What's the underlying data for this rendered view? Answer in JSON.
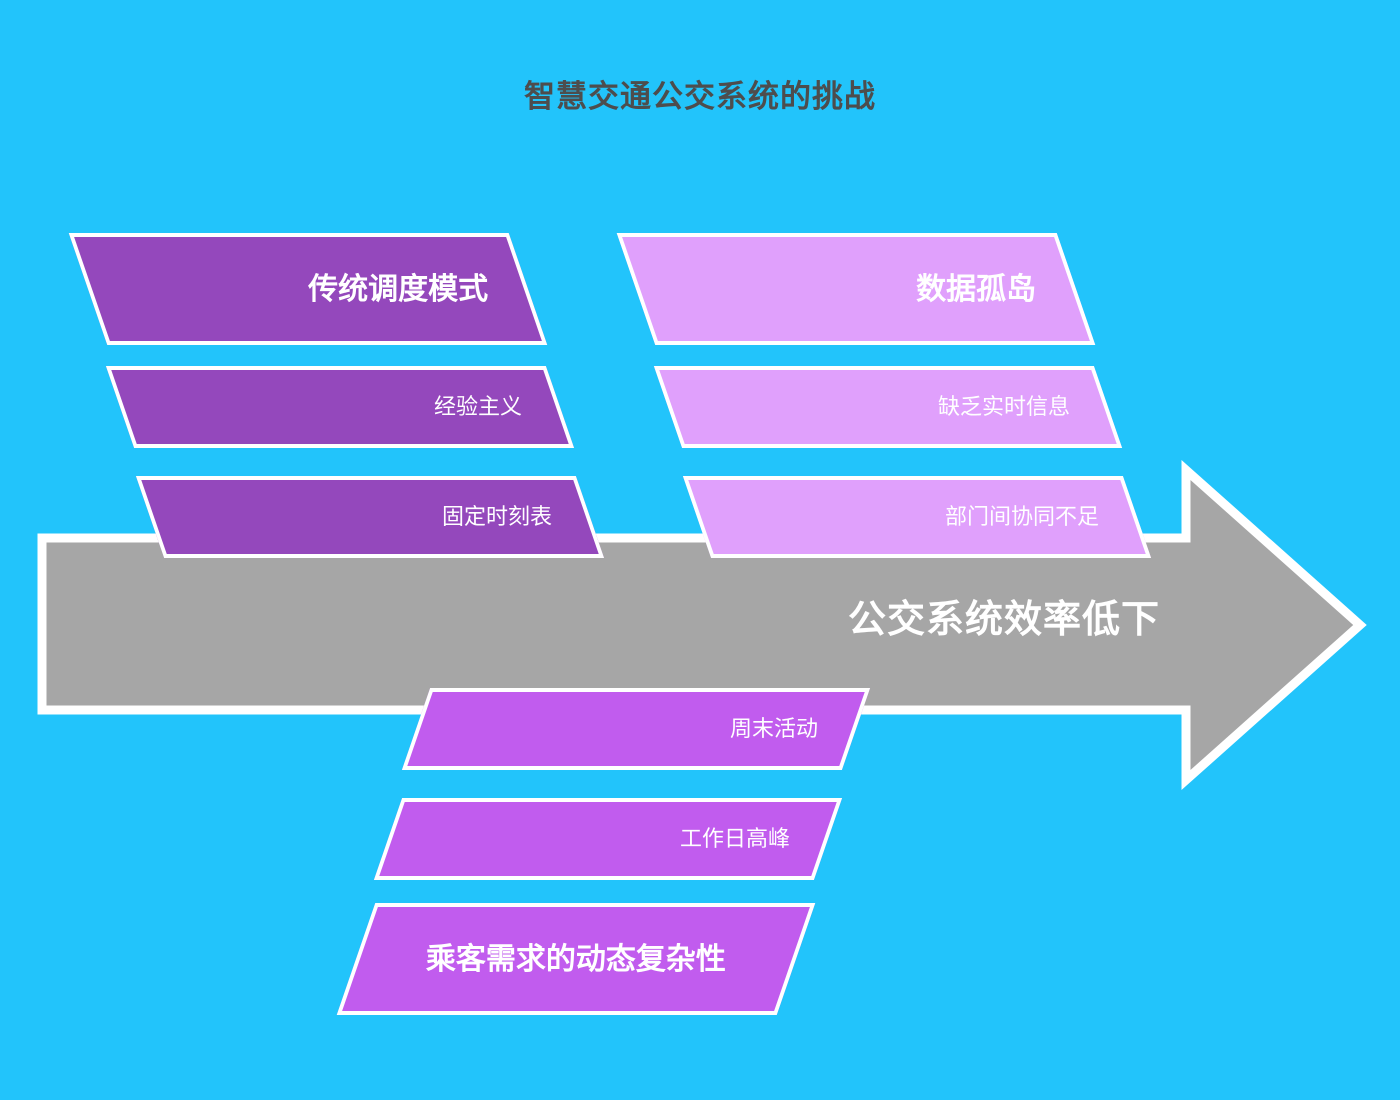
{
  "page": {
    "title": "智慧交通公交系统的挑战",
    "background_color": "#22c4fb",
    "title_color": "#4d4d4d"
  },
  "effect": {
    "label": "公交系统效率低下",
    "arrow_color": "#a6a6a6",
    "arrow_outline_color": "#ffffff",
    "text_color": "#ffffff"
  },
  "groups": [
    {
      "id": "traditional-dispatch",
      "position": "top-left",
      "color": "#9448bc",
      "head": {
        "label": "传统调度模式"
      },
      "causes": [
        {
          "label": "经验主义"
        },
        {
          "label": "固定时刻表"
        }
      ]
    },
    {
      "id": "data-silo",
      "position": "top-right",
      "color": "#e0a0fc",
      "head": {
        "label": "数据孤岛"
      },
      "causes": [
        {
          "label": "缺乏实时信息"
        },
        {
          "label": "部门间协同不足"
        }
      ]
    },
    {
      "id": "passenger-demand",
      "position": "bottom",
      "color": "#c15cee",
      "head": {
        "label": "乘客需求的动态复杂性"
      },
      "causes": [
        {
          "label": "工作日高峰"
        },
        {
          "label": "周末活动"
        }
      ]
    }
  ]
}
